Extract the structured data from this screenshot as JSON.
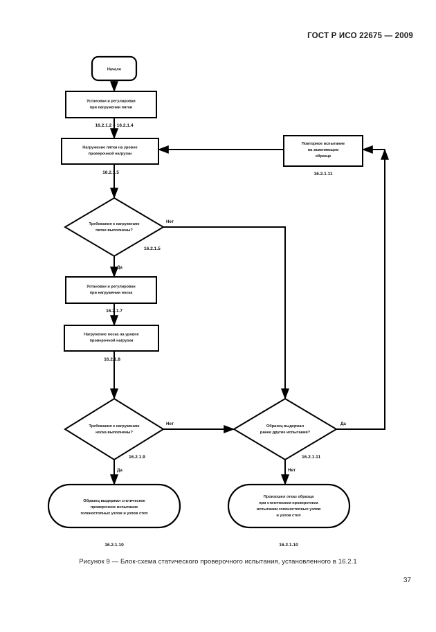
{
  "document": {
    "standard_header": "ГОСТ Р ИСО 22675 — 2009",
    "page_number": "37",
    "figure_caption": "Рисунок 9 —   Блок-схема статического проверочного испытания, установленного в  16.2.1"
  },
  "flowchart": {
    "start": {
      "label": "Начало"
    },
    "nodes": [
      {
        "id": "setup-heel",
        "type": "process",
        "lines": [
          "Установки и регулировки",
          "при нагружении пятки"
        ],
        "ref": "16.2.1.2 – 16.2.1.4"
      },
      {
        "id": "load-heel",
        "type": "process",
        "lines": [
          "Нагружение пятки на уровне",
          "проверочной нагрузки"
        ],
        "ref": "16.2.1.5"
      },
      {
        "id": "retest",
        "type": "process",
        "lines": [
          "Повторное испытание",
          "на заменяющем",
          "образце"
        ],
        "ref": "16.2.1.11"
      },
      {
        "id": "decision-heel",
        "type": "decision",
        "lines": [
          "Требования к нагружению",
          "пятки выполнены?"
        ],
        "ref": "16.2.1.5",
        "yes": "Да",
        "no": "Нет"
      },
      {
        "id": "setup-toe",
        "type": "process",
        "lines": [
          "Установки и регулировки",
          "при нагружении носка"
        ],
        "ref": "16.2.1.7"
      },
      {
        "id": "load-toe",
        "type": "process",
        "lines": [
          "Нагружение носка на уровне",
          "проверочной нагрузки"
        ],
        "ref": "16.2.1.8"
      },
      {
        "id": "decision-toe",
        "type": "decision",
        "lines": [
          "Требования к нагружению",
          "носка выполнены?"
        ],
        "ref": "16.2.1.9",
        "yes": "Да",
        "no": "Нет"
      },
      {
        "id": "decision-prior",
        "type": "decision",
        "lines": [
          "Образец выдержал",
          "ранее другие испытания?"
        ],
        "ref": "16.2.1.11",
        "yes": "Да",
        "no": "Нет"
      },
      {
        "id": "pass",
        "type": "terminator",
        "lines": [
          "Образец выдержал статическое",
          "проверочное испытание",
          "голеностопных узлов и узлов стоп"
        ],
        "ref": "16.2.1.10"
      },
      {
        "id": "fail",
        "type": "terminator",
        "lines": [
          "Произошел отказ образца",
          "при статическом проверочном",
          "испытании голеностопных узлов",
          "и узлов стоп"
        ],
        "ref": "16.2.1.10"
      }
    ],
    "colors": {
      "line": "#000000",
      "fill": "#ffffff",
      "text": "#111111"
    }
  }
}
